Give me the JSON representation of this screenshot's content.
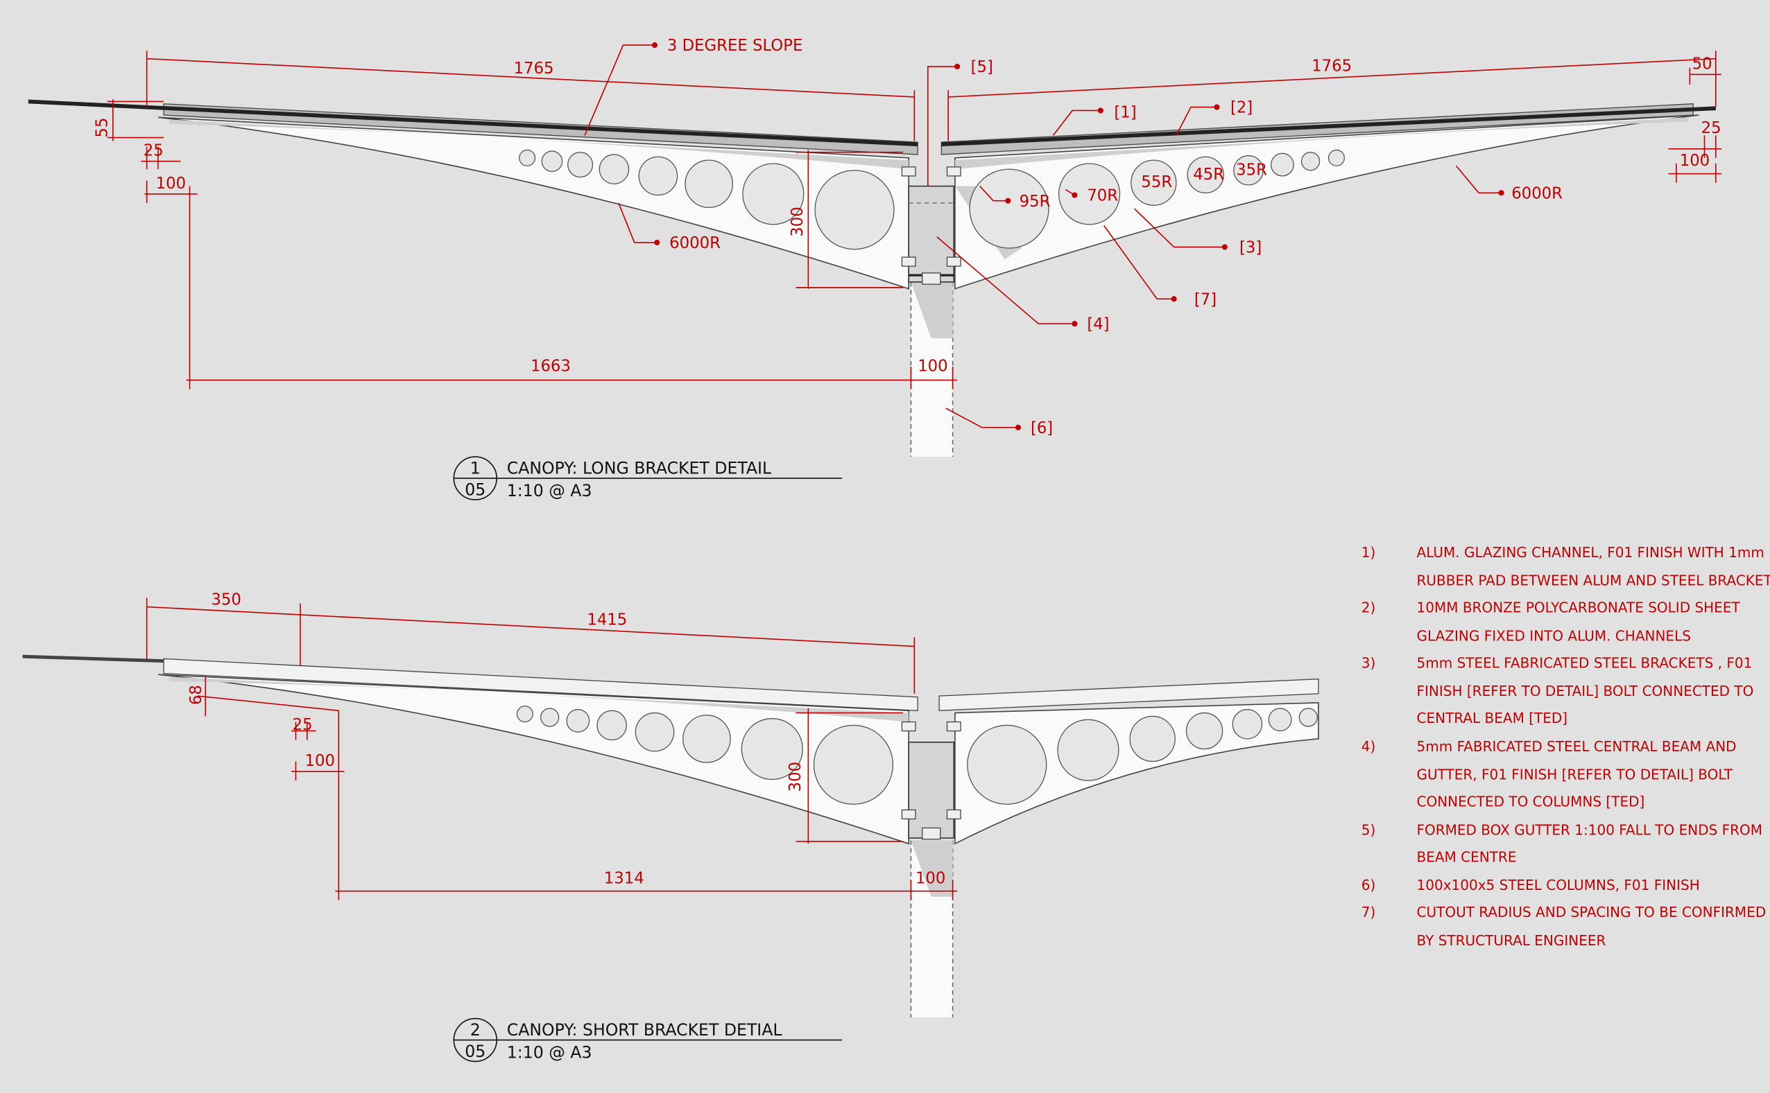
{
  "detail1": {
    "number": "1",
    "sheet": "05",
    "title": "CANOPY: LONG BRACKET DETAIL",
    "scale": "1:10 @ A3",
    "dims": {
      "left_span": "1765",
      "right_span": "1765",
      "right_end": "50",
      "left_height": "55",
      "left_25": "25",
      "left_100": "100",
      "right_25": "25",
      "right_100": "100",
      "depth": "300",
      "horizontal": "1663",
      "column": "100"
    },
    "callouts": {
      "slope": "3 DEGREE SLOPE",
      "c5": "[5]",
      "c1": "[1]",
      "c2": "[2]",
      "c3": "[3]",
      "c4": "[4]",
      "c6": "[6]",
      "c7": "[7]",
      "radius_left": "6000R",
      "radius_right": "6000R",
      "r95": "95R",
      "r70": "70R",
      "r55": "55R",
      "r45": "45R",
      "r35": "35R"
    }
  },
  "detail2": {
    "number": "2",
    "sheet": "05",
    "title": "CANOPY: SHORT BRACKET DETIAL",
    "scale": "1:10 @ A3",
    "dims": {
      "overhang": "350",
      "span": "1415",
      "height": "68",
      "d25": "25",
      "d100": "100",
      "depth": "300",
      "horizontal": "1314",
      "column": "100"
    }
  },
  "notes": [
    {
      "num": "1)",
      "lines": [
        "ALUM. GLAZING CHANNEL, F01 FINISH WITH 1mm",
        "RUBBER PAD  BETWEEN ALUM AND STEEL BRACKET"
      ]
    },
    {
      "num": "2)",
      "lines": [
        "10MM BRONZE POLYCARBONATE SOLID SHEET",
        "GLAZING FIXED INTO ALUM. CHANNELS"
      ]
    },
    {
      "num": "3)",
      "lines": [
        "5mm STEEL FABRICATED STEEL BRACKETS , F01",
        "FINISH  [REFER TO DETAIL]  BOLT CONNECTED TO",
        "CENTRAL BEAM [TED]"
      ]
    },
    {
      "num": "4)",
      "lines": [
        "5mm FABRICATED STEEL CENTRAL BEAM AND",
        "GUTTER, F01 FINISH [REFER TO DETAIL] BOLT",
        "CONNECTED TO COLUMNS [TED]"
      ]
    },
    {
      "num": "5)",
      "lines": [
        "FORMED BOX GUTTER 1:100 FALL TO ENDS FROM",
        "BEAM CENTRE"
      ]
    },
    {
      "num": "6)",
      "lines": [
        "100x100x5 STEEL COLUMNS, F01 FINISH"
      ]
    },
    {
      "num": "7)",
      "lines": [
        "CUTOUT RADIUS AND SPACING TO BE CONFIRMED",
        "BY STRUCTURAL ENGINEER"
      ]
    }
  ],
  "colors": {
    "annotation": "#c00000",
    "background": "#e1e1e1"
  }
}
